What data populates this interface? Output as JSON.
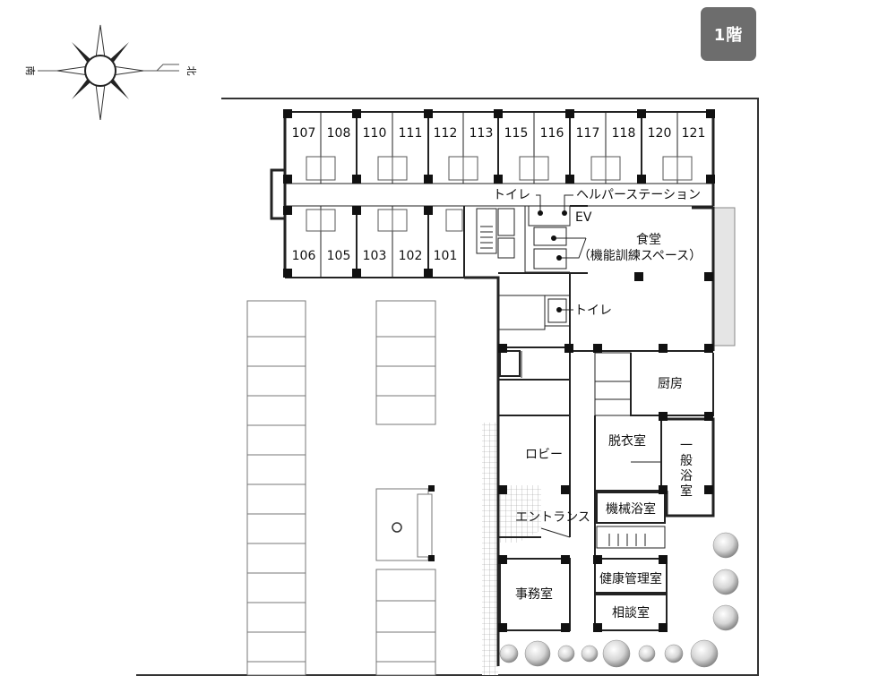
{
  "floor_label": "1階",
  "compass": {
    "south": "南",
    "north": "北"
  },
  "rooms_north": [
    "107",
    "108",
    "110",
    "111",
    "112",
    "113",
    "115",
    "116",
    "117",
    "118",
    "120",
    "121"
  ],
  "rooms_south": [
    "106",
    "105",
    "103",
    "102",
    "101"
  ],
  "labels": {
    "toilet_top": "トイレ",
    "helper_station": "ヘルパーステーション",
    "ev": "EV",
    "dining_1": "食堂",
    "dining_2": "（機能訓練スペース）",
    "toilet_mid": "トイレ",
    "kitchen": "厨房",
    "lobby": "ロビー",
    "dressing": "脱衣室",
    "bath_1": "一",
    "bath_2": "般",
    "bath_3": "浴",
    "bath_4": "室",
    "machine_bath": "機械浴室",
    "entrance": "エントランス",
    "office": "事務室",
    "health": "健康管理室",
    "consult": "相談室"
  }
}
